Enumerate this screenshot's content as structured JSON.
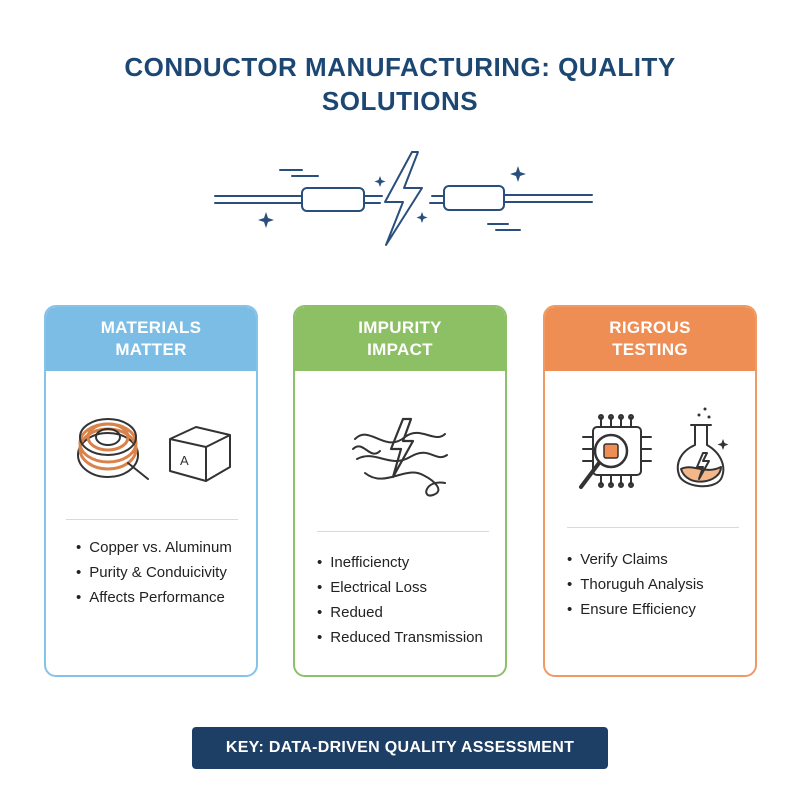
{
  "title": {
    "line1": "CONDUCTOR MANUFACTURING: QUALITY",
    "line2": "SOLUTIONS"
  },
  "cards": [
    {
      "header_line1": "MATERIALS",
      "header_line2": "MATTER",
      "accent": "#7cbde6",
      "icons": [
        "copper-coil-icon",
        "cube-a-icon"
      ],
      "cube_label": "A",
      "bullets": [
        "Copper vs. Aluminum",
        "Purity & Conduicivity",
        "Affects Performance"
      ]
    },
    {
      "header_line1": "IMPURITY",
      "header_line2": "IMPACT",
      "accent": "#8dc065",
      "icons": [
        "tangled-lightning-icon"
      ],
      "bullets": [
        "Inefficiencty",
        "Electrical Loss",
        "Redued",
        "Reduced Transmission"
      ]
    },
    {
      "header_line1": "RIGROUS",
      "header_line2": "TESTING",
      "accent": "#ee8d54",
      "icons": [
        "chip-magnifier-icon",
        "flask-icon"
      ],
      "bullets": [
        "Verify Claims",
        "Thoruguh Analysis",
        "Ensure Efficiency"
      ]
    }
  ],
  "key_banner": "KEY: DATA-DRIVEN QUALITY ASSESSMENT",
  "colors": {
    "title": "#1d4773",
    "banner": "#1d3f66",
    "line": "#2a4f7c"
  }
}
